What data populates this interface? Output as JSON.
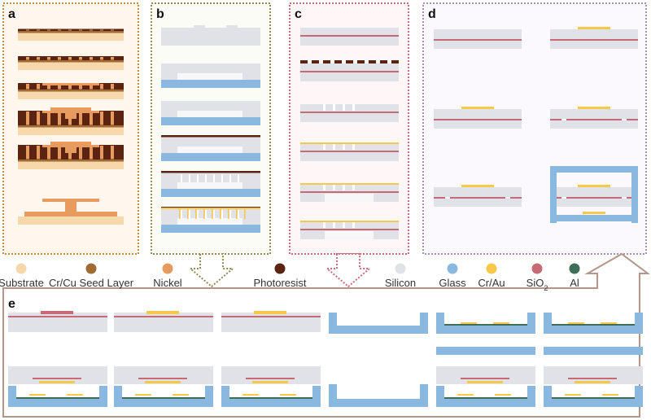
{
  "panels": {
    "a": {
      "label": "a",
      "border_color": "#c98a3a",
      "bg": "#fff6ee"
    },
    "b": {
      "label": "b",
      "border_color": "#8f8a58",
      "bg": "#fbfcf6"
    },
    "c": {
      "label": "c",
      "border_color": "#c96b78",
      "bg": "#fff6f7"
    },
    "d": {
      "label": "d",
      "border_color": "#a38fb8",
      "bg": "#fbf9fd"
    },
    "e": {
      "label": "e",
      "border_color": "#b5958a",
      "bg": "#ffffff"
    }
  },
  "legend": [
    {
      "label": "Substrate",
      "color": "#f6d8aa"
    },
    {
      "label": "Cr/Cu Seed Layer",
      "color": "#a26a35"
    },
    {
      "label": "Nickel",
      "color": "#e89b5e"
    },
    {
      "label": "Photoresist",
      "color": "#5a2410"
    },
    {
      "label": "Silicon",
      "color": "#e1e2e8"
    },
    {
      "label": "Glass",
      "color": "#8bb8de"
    },
    {
      "label": "Cr/Au",
      "color": "#f8c84a"
    },
    {
      "label": "SiO2",
      "label_main": "SiO",
      "label_sub": "2",
      "color": "#c86a76"
    },
    {
      "label": "Al",
      "color": "#3e6e57"
    }
  ],
  "colors": {
    "substrate": "#f6d8aa",
    "seed": "#a26a35",
    "nickel": "#e89b5e",
    "photoresist": "#5a2410",
    "silicon": "#e1e2e8",
    "glass": "#8bb8de",
    "crau": "#f8c84a",
    "sio2": "#c86a76",
    "al": "#3e6e57"
  },
  "steps": {
    "a": 6,
    "b": 6,
    "c": 6,
    "d": 6,
    "e": 12
  }
}
